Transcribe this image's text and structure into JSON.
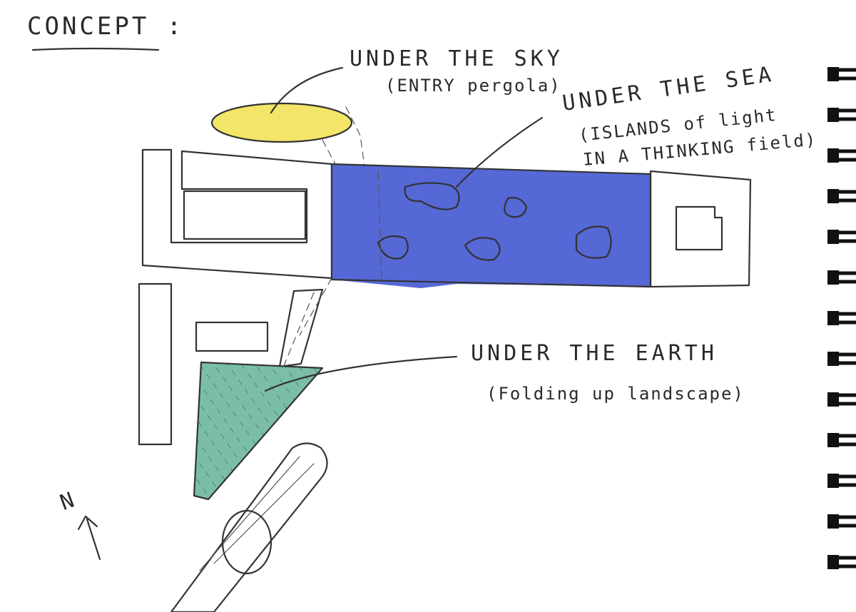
{
  "heading": "CONCEPT :",
  "labels": {
    "sky": {
      "title": "UNDER THE SKY",
      "note": "(ENTRY pergola)"
    },
    "sea": {
      "title": "UNDER THE SEA",
      "note_line1": "(ISLANDS of light",
      "note_line2": "IN A THINKING field)"
    },
    "earth": {
      "title": "UNDER THE EARTH",
      "note": "(Folding up landscape)"
    }
  },
  "north_marker": "N",
  "colors": {
    "sky_wash": "#f2e35a",
    "sea_wash": "#4a5fd2",
    "earth_wash": "#6fb9a2",
    "pencil": "#333333",
    "paper": "#ffffff"
  },
  "icons": [
    "north-arrow-icon",
    "spiral-binding-icon"
  ]
}
